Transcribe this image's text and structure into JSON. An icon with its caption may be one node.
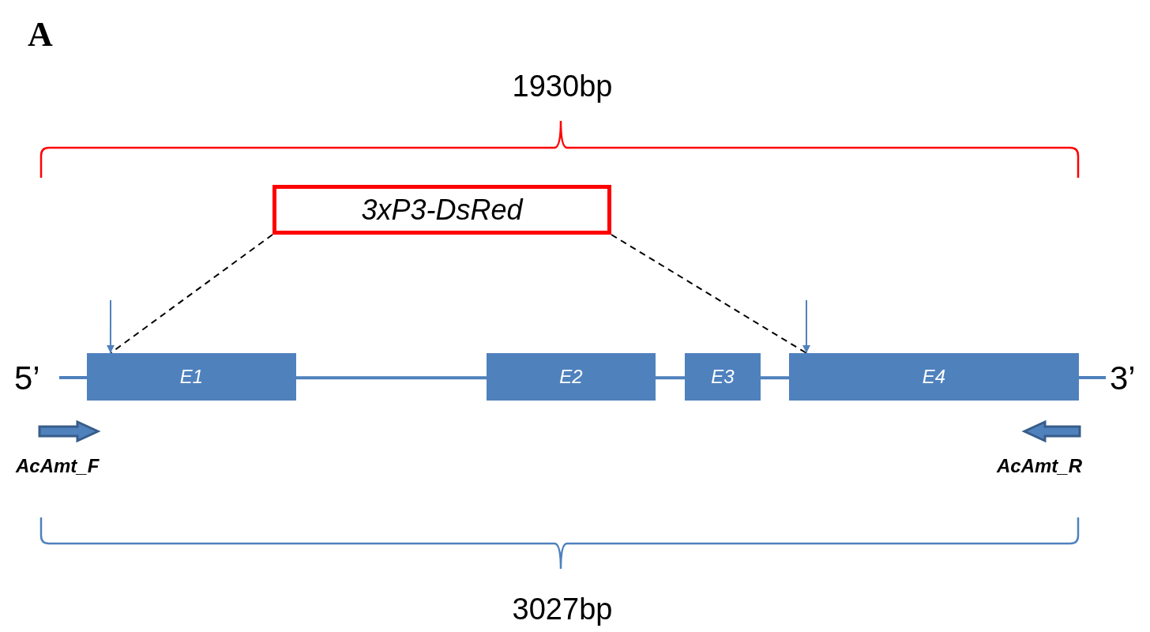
{
  "diagram": {
    "nodes": [
      {
        "text": [
          "3xP3-DsRed"
        ]
      },
      {
        "text": [
          "E1"
        ]
      },
      {
        "text": [
          "E2"
        ]
      },
      {
        "text": [
          "E3"
        ]
      },
      {
        "text": [
          "E4"
        ]
      }
    ],
    "edges": [
      {
        "from": 0,
        "to": 1,
        "arrow": "none",
        "style": "dashed",
        "color": "#000000"
      },
      {
        "from": 0,
        "to": 4,
        "arrow": "none",
        "style": "dashed",
        "color": "#000000"
      },
      {
        "from": null,
        "to": 1,
        "arrow": "to",
        "color": "#4f81bd"
      },
      {
        "from": null,
        "to": 4,
        "arrow": "to",
        "color": "#4f81bd"
      },
      {
        "from": 1,
        "to": 2,
        "arrow": "none"
      },
      {
        "from": 2,
        "to": 3,
        "arrow": "none"
      },
      {
        "from": 3,
        "to": 4,
        "arrow": "none"
      }
    ],
    "labels": [
      "A",
      "1930bp",
      "5’",
      "3’",
      "AcAmt_F",
      "AcAmt_R",
      "3027bp"
    ]
  }
}
